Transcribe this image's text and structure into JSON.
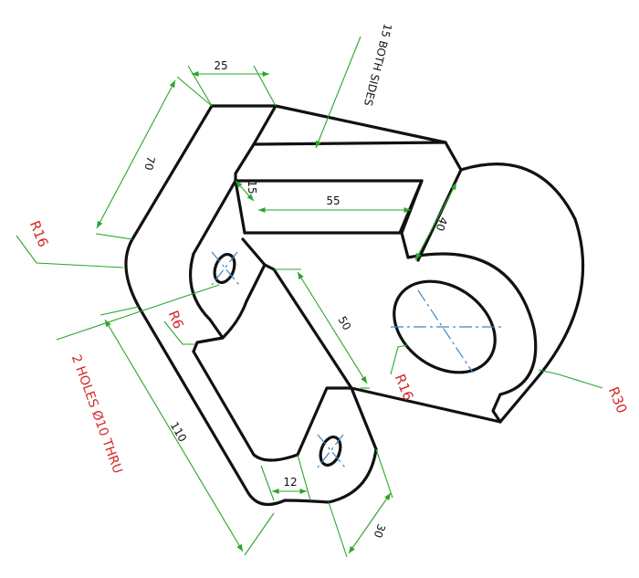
{
  "dimensions": {
    "width_top": "25",
    "length_left": "70",
    "rib_both_sides": "15 BOTH SIDES",
    "rib_width": "15",
    "slot_length": "55",
    "depth": "40",
    "step_length": "50",
    "base_length": "110",
    "lug_width": "12",
    "lug_depth": "30"
  },
  "radii": {
    "left_corner": "R16",
    "lug_fillet": "R6",
    "bore": "R16",
    "boss": "R30"
  },
  "notes": {
    "holes": "2 HOLES Ø10 THRU"
  },
  "colors": {
    "object": "#111111",
    "dimension": "#2aa52a",
    "radius_label": "#d62828",
    "centerline": "#3a86c8"
  }
}
